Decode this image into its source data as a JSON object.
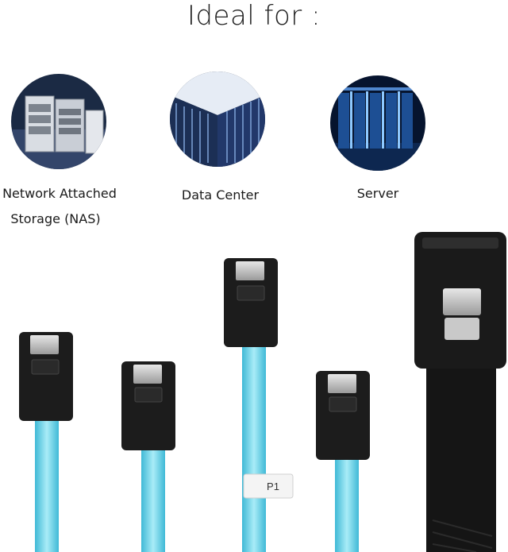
{
  "header": {
    "title": "Ideal for :"
  },
  "use_cases": [
    {
      "label_line1": "Network Attached",
      "label_line2": "Storage (NAS)",
      "icon": "nas-server-image"
    },
    {
      "label_line1": "Data Center",
      "icon": "data-center-image"
    },
    {
      "label_line1": "Server",
      "icon": "server-room-image"
    }
  ],
  "product": {
    "cable_tag": "P1",
    "colors": {
      "cable_blue": "#6fd3e8",
      "connector_black": "#1c1c1c",
      "latch_metal": "#bfbfbf",
      "sleeve_black": "#151515"
    }
  }
}
